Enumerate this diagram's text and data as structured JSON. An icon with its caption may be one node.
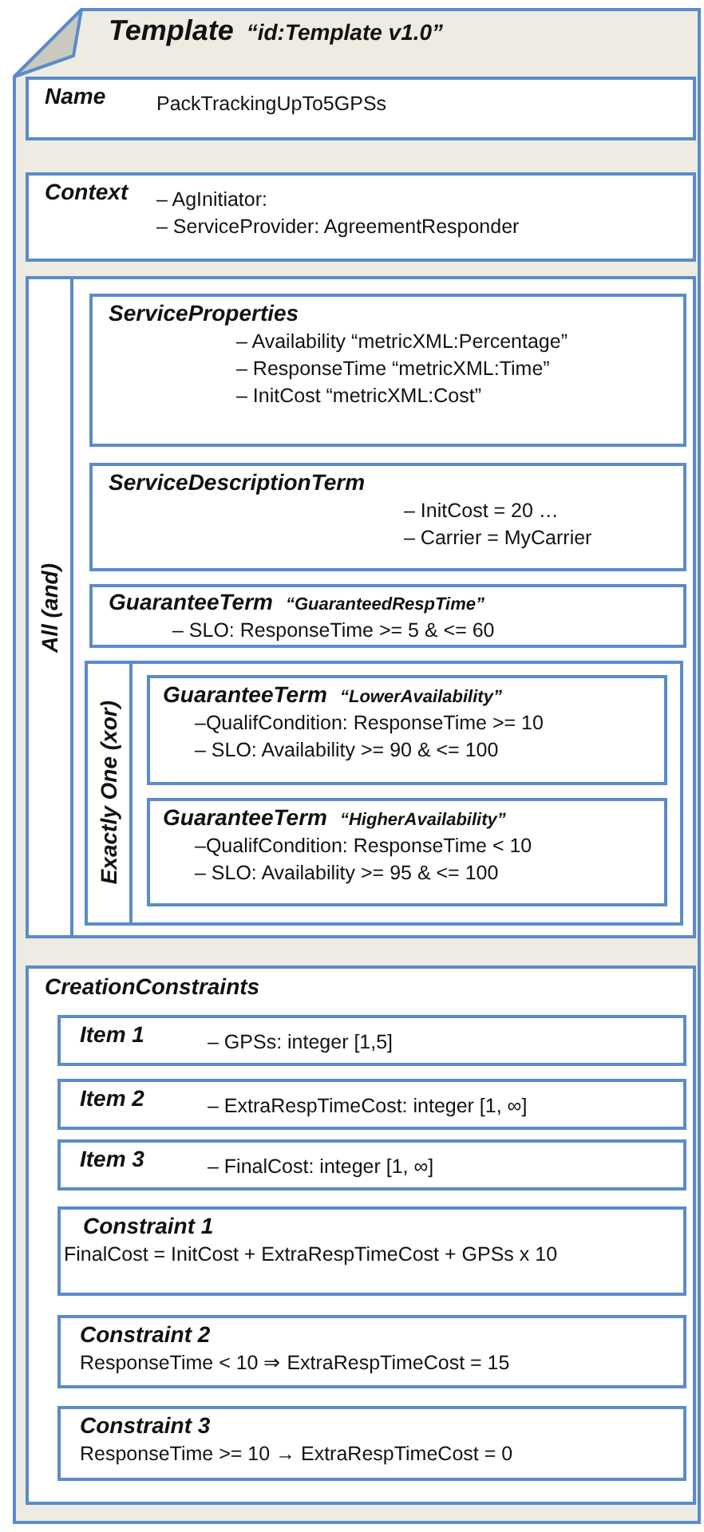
{
  "diagram": {
    "nodes": [
      {
        "text": [
          "Template",
          "“id:Template v1.0”"
        ]
      },
      {
        "text": [
          "Name",
          "PackTrackingUpTo5GPSs"
        ],
        "in": 0
      },
      {
        "text": [
          "Context",
          "– AgInitiator:",
          "– ServiceProvider: AgreementResponder"
        ],
        "in": 0
      },
      {
        "text": [
          "All (and)"
        ],
        "in": 0
      },
      {
        "text": [
          "ServiceProperties",
          "– Availability “metricXML:Percentage”",
          "– ResponseTime “metricXML:Time”",
          "– InitCost “metricXML:Cost”"
        ],
        "in": 3
      },
      {
        "text": [
          "ServiceDescriptionTerm",
          "– InitCost = 20 …",
          "– Carrier = MyCarrier"
        ],
        "in": 3
      },
      {
        "text": [
          "GuaranteeTerm",
          "“GuaranteedRespTime”",
          "– SLO: ResponseTime >= 5 & <= 60"
        ],
        "in": 3
      },
      {
        "text": [
          "Exactly One (xor)"
        ],
        "in": 3
      },
      {
        "text": [
          "GuaranteeTerm",
          "“LowerAvailability”",
          "–QualifCondition: ResponseTime >= 10",
          "– SLO: Availability >= 90 & <= 100"
        ],
        "in": 7
      },
      {
        "text": [
          "GuaranteeTerm",
          "“HigherAvailability”",
          "–QualifCondition: ResponseTime < 10",
          "– SLO: Availability >= 95 & <= 100"
        ],
        "in": 7
      },
      {
        "text": [
          "CreationConstraints"
        ],
        "in": 0
      },
      {
        "text": [
          "Item 1",
          "– GPSs: integer [1,5]"
        ],
        "in": 10
      },
      {
        "text": [
          "Item 2",
          "– ExtraRespTimeCost: integer [1, ∞]"
        ],
        "in": 10
      },
      {
        "text": [
          "Item 3",
          "– FinalCost: integer [1, ∞]"
        ],
        "in": 10
      },
      {
        "text": [
          "Constraint 1",
          "FinalCost = InitCost + ExtraRespTimeCost + GPSs x 10"
        ],
        "in": 10
      },
      {
        "text": [
          "Constraint 2",
          "ResponseTime  < 10 ⇒ ExtraRespTimeCost = 15"
        ],
        "in": 10
      },
      {
        "text": [
          "Constraint 3",
          "ResponseTime >= 10 → ExtraRespTimeCost = 0"
        ],
        "in": 10
      }
    ]
  }
}
